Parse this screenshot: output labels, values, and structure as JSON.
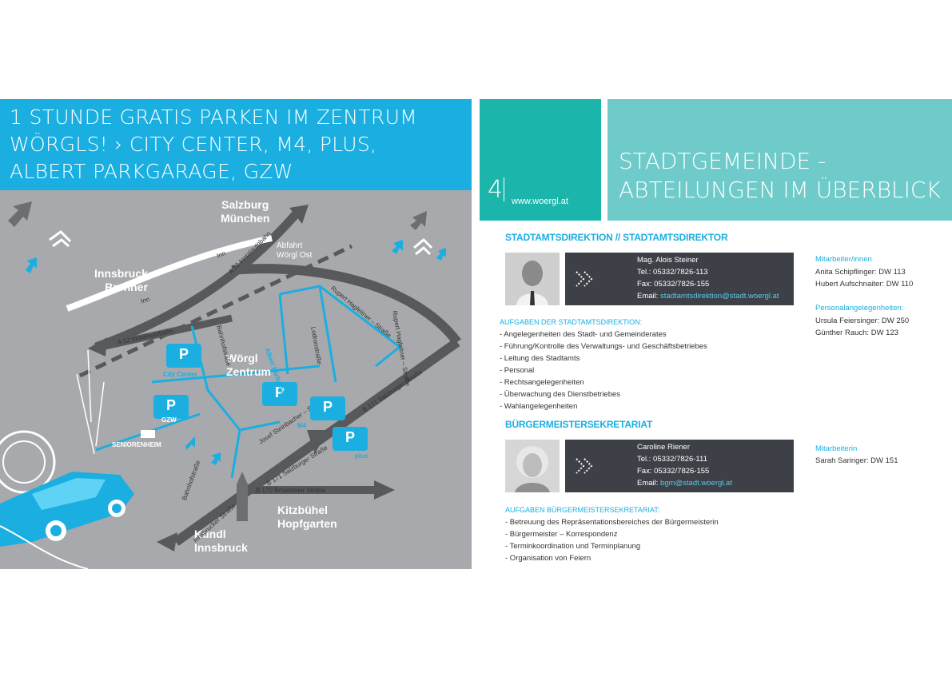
{
  "left": {
    "banner_lines": [
      "1 STUNDE GRATIS PARKEN IM ZENTRUM",
      "WÖRGLS! › CITY CENTER, M4, PLUS,",
      "ALBERT PARKGARAGE, GZW"
    ],
    "map": {
      "destinations": {
        "salzburg": "Salzburg",
        "muenchen": "München",
        "innsbruck_top": "Innsbruck",
        "brenner": "Brenner",
        "woergl": "Wörgl",
        "zentrum": "Zentrum",
        "kitzbuehel": "Kitzbühel",
        "hopfgarten": "Hopfgarten",
        "kundl": "Kundl",
        "innsbruck_bottom": "Innsbruck"
      },
      "exit_label_1": "Abfahrt",
      "exit_label_2": "Wörgl Ost",
      "roads": {
        "inn_1": "Inn",
        "inn_2": "Inn",
        "a12_top": "A 12 Inntalautobahn",
        "a12_left": "A 12 Inntalautobahn",
        "bahnhofstrasse_top": "Bahnhofstraße",
        "bahnhofstrasse_bottom": "Bahnhofstraße",
        "innsbrucker": "Innsbrucker Straße",
        "b171_a": "B 171 Salzburger Straße",
        "b171_b": "B 171 Salzburger Straße",
        "b170": "B 170 Brixentaler Straße",
        "josef": "Josef Steinbacher – Straße",
        "lodron": "Lodronstraße",
        "rupert_top": "Rupert Hagleitner – Straße",
        "rupert_side": "Rupert Hagleitner – Straße"
      },
      "parking": {
        "city_center": "City Center",
        "gzw": "GZW",
        "albert_1": "Albert",
        "albert_2": "Parkgarage",
        "m4": "M4",
        "plus": "plus"
      },
      "parking_symbol": "P",
      "seniorenheim": "SENIORENHEIM"
    }
  },
  "right": {
    "page_number": "4",
    "website": "www.woergl.at",
    "header_lines": [
      "STADTGEMEINDE -",
      "ABTEILUNGEN IM ÜBERBLICK"
    ],
    "sections": [
      {
        "heading": "STADTAMTSDIREKTION // STADTAMTSDIREKTOR",
        "contact": {
          "name": "Mag. Alois Steiner",
          "tel": "Tel.: 05332/7826-113",
          "fax": "Fax: 05332/7826-155",
          "email_label": "Email: ",
          "email": "stadtamtsdirektion@stadt.woergl.at"
        },
        "tasks_heading": "AUFGABEN DER STADTAMTSDIREKTION:",
        "tasks": [
          "- Angelegenheiten des Stadt- und Gemeinderates",
          "- Führung/Kontrolle des Verwaltungs- und Geschäftsbetriebes",
          "- Leitung des Stadtamts",
          "- Personal",
          "- Rechtsangelegenheiten",
          "- Überwachung des Dienstbetriebes",
          "- Wahlangelegenheiten"
        ],
        "staff_groups": [
          {
            "title": "Mitarbeiter/innen",
            "people": [
              "Anita Schipflinger: DW 113",
              "Hubert Aufschnaiter: DW 110"
            ]
          },
          {
            "title": "Personalangelegenheiten:",
            "people": [
              "Ursula Feiersinger: DW 250",
              "Günther Rauch: DW 123"
            ]
          }
        ]
      },
      {
        "heading": "BÜRGERMEISTERSEKRETARIAT",
        "contact": {
          "name": "Caroline Riener",
          "tel": "Tel.: 05332/7826-111",
          "fax": "Fax: 05332/7826-155",
          "email_label": "Email: ",
          "email": "bgm@stadt.woergl.at"
        },
        "tasks_heading": "AUFGABEN BÜRGERMEISTERSEKRETARIAT:",
        "tasks": [
          "- Betreuung des Repräsentationsbereiches der Bürgermeisterin",
          "- Bürgermeister – Korrespondenz",
          "- Terminkoordination und Terminplanung",
          "- Organisation von Feiern"
        ],
        "staff_groups": [
          {
            "title": "Mitarbeiterin",
            "people": [
              "Sarah Saringer: DW 151"
            ]
          }
        ]
      }
    ]
  },
  "colors": {
    "blue": "#1aafe0",
    "teal_dark": "#1cb5ac",
    "teal_light": "#6fcbc9",
    "map_gray": "#a7a9ac",
    "road_dark": "#58595b",
    "card_dark": "#3d4147"
  }
}
